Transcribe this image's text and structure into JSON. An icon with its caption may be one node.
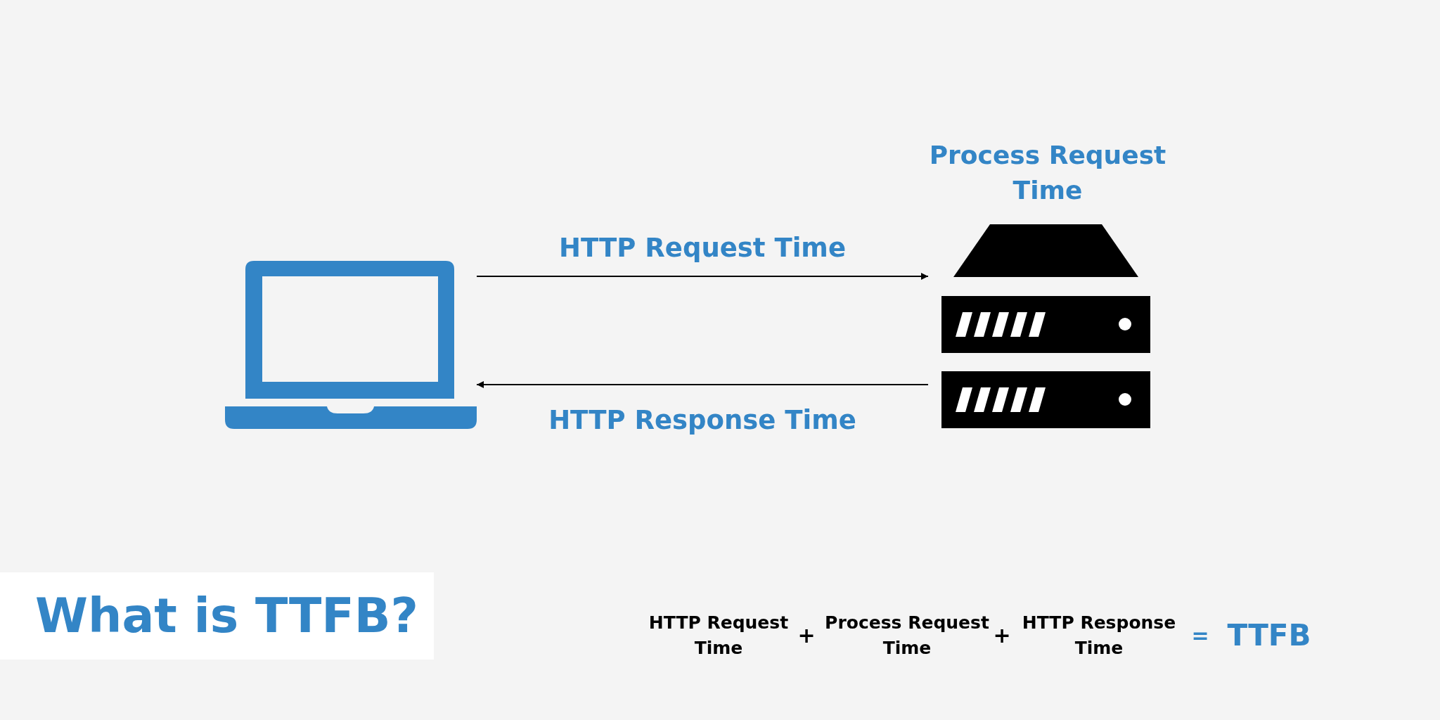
{
  "diagram": {
    "title": "What is TTFB?",
    "nodes": [
      {
        "text": [],
        "shape": "picture"
      },
      {
        "text": [
          "Process Request Time"
        ]
      }
    ],
    "edges": [
      {
        "from": 0,
        "to": 1,
        "arrow": "to",
        "label": "HTTP Request Time"
      },
      {
        "from": 1,
        "to": 0,
        "arrow": "to",
        "label": "HTTP Response Time"
      }
    ],
    "labels": [
      "HTTP Request Time",
      "+",
      "Process Request Time",
      "+",
      "HTTP Response Time",
      "=",
      "TTFB"
    ]
  }
}
